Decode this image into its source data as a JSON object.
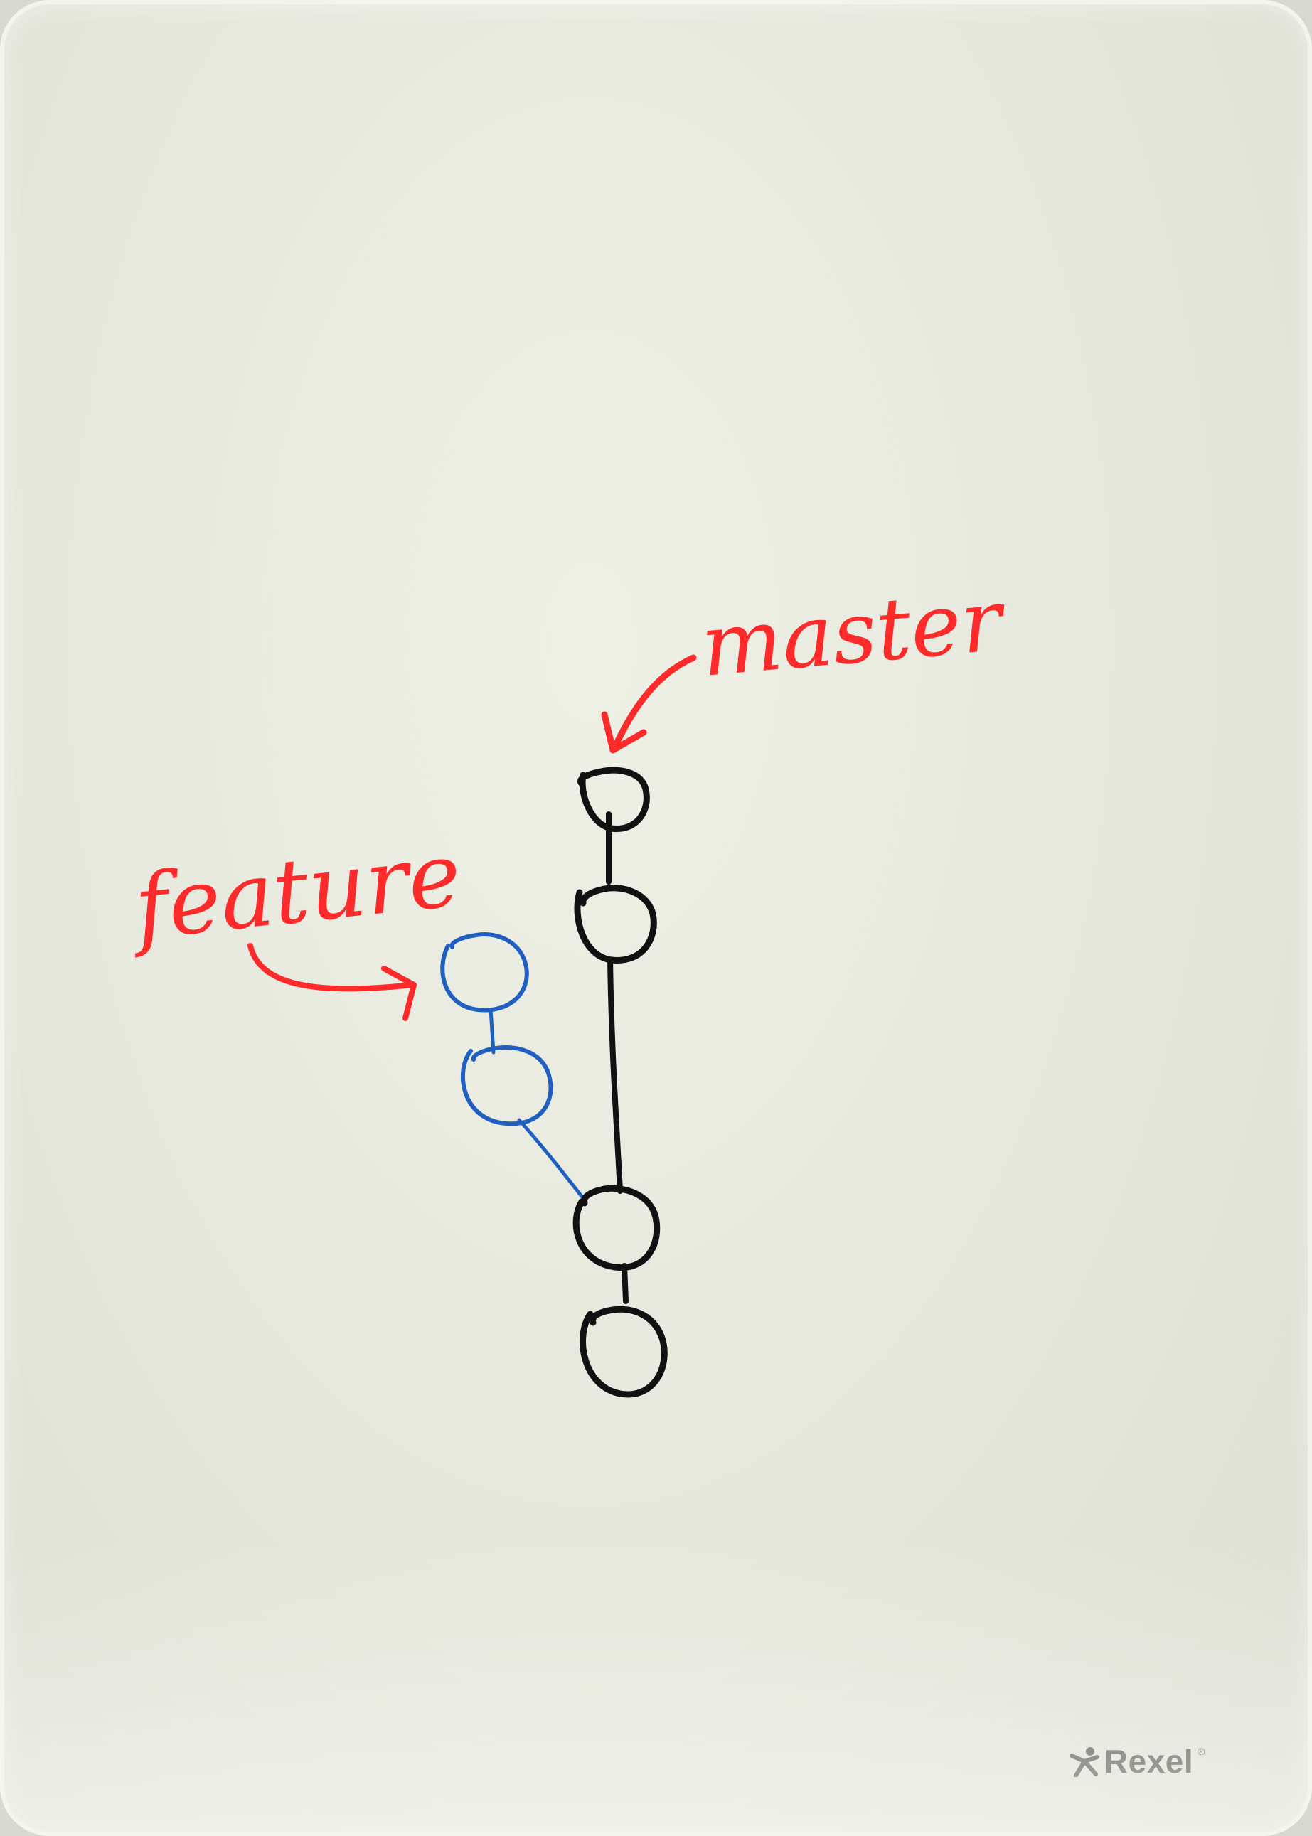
{
  "board": {
    "brand": "Rexel"
  },
  "labels": {
    "master": "master",
    "feature": "feature"
  },
  "colors": {
    "main_branch": "#111111",
    "feature_branch": "#1f5fbf",
    "annotation": "#ff2a2a"
  },
  "graph": {
    "main_branch_commits": 4,
    "feature_branch_commits": 2,
    "feature_branches_off_main_commit": 3
  },
  "icons": {
    "logo": "rexel-figure-icon"
  }
}
